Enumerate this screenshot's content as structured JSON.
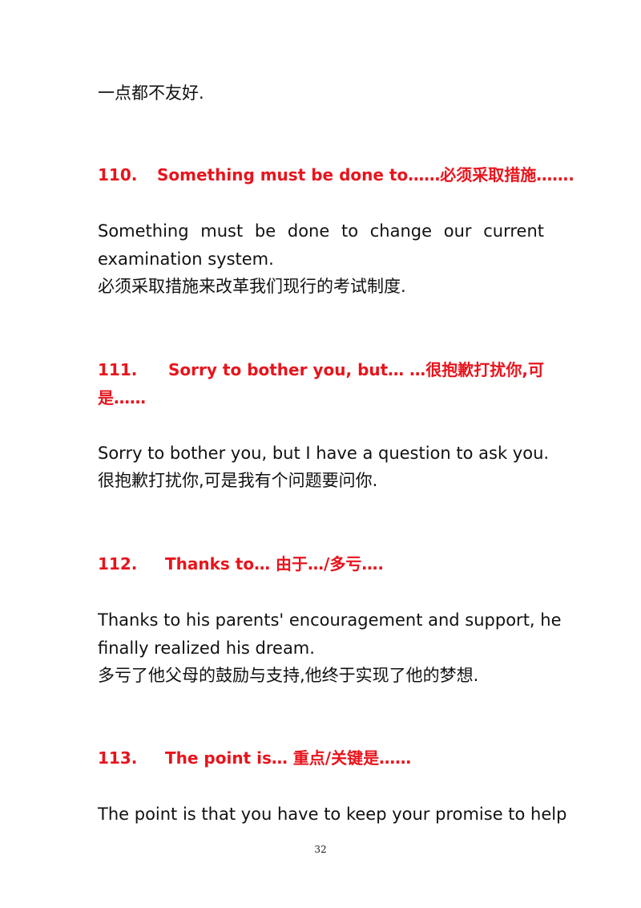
{
  "top_fragment": "一点都不友好.",
  "entries": [
    {
      "number": "110.",
      "title": "Something must be done to……必须采取措施…….",
      "example_en_lines": [
        "Something must be done to change our current",
        "examination system."
      ],
      "example_zh": "必须采取措施来改革我们现行的考试制度."
    },
    {
      "number": "111.",
      "title_lines": [
        "Sorry to bother you, but… …很抱歉打扰你,可",
        "是……"
      ],
      "example_en_lines": [
        "Sorry to bother you, but I have a question to ask you."
      ],
      "example_zh": "很抱歉打扰你,可是我有个问题要问你."
    },
    {
      "number": "112.",
      "title": "Thanks to… 由于…/多亏….",
      "example_en_lines": [
        "Thanks to his parents' encouragement and support, he",
        "finally realized his dream."
      ],
      "example_zh": "多亏了他父母的鼓励与支持,他终于实现了他的梦想."
    },
    {
      "number": "113.",
      "title": "The point is… 重点/关键是……",
      "example_en_lines": [
        "The point is that you have to keep your promise to help"
      ]
    }
  ],
  "page_number": "32",
  "colors": {
    "heading": "#e8141c",
    "body_text": "#111111"
  }
}
